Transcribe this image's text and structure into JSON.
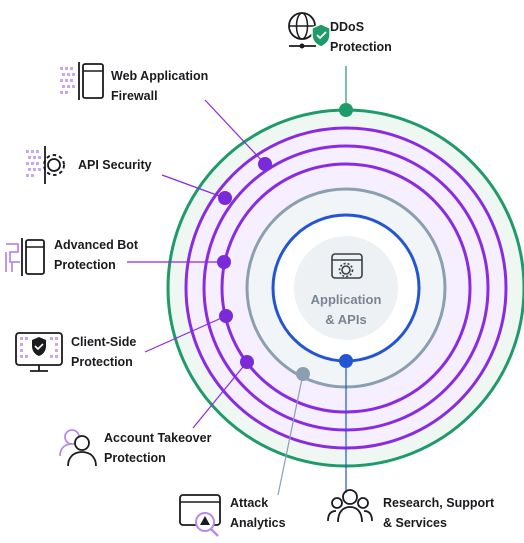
{
  "center": {
    "line1": "Application",
    "line2": "& APIs",
    "icon": "browser-gear-icon"
  },
  "layers": [
    {
      "id": "ddos",
      "line1": "DDoS",
      "line2": "Protection",
      "icon": "globe-shield-icon",
      "color": "#1f9a6b"
    },
    {
      "id": "waf",
      "line1": "Web Application",
      "line2": "Firewall",
      "icon": "firewall-icon",
      "color": "#8a2be2"
    },
    {
      "id": "api",
      "line1": "API Security",
      "line2": "",
      "icon": "api-gear-icon",
      "color": "#8a2be2"
    },
    {
      "id": "bot",
      "line1": "Advanced Bot",
      "line2": "Protection",
      "icon": "bot-icon",
      "color": "#8a2be2"
    },
    {
      "id": "client",
      "line1": "Client-Side",
      "line2": "Protection",
      "icon": "monitor-shield-icon",
      "color": "#8a2be2"
    },
    {
      "id": "ato",
      "line1": "Account Takeover",
      "line2": "Protection",
      "icon": "user-icon",
      "color": "#8a2be2"
    },
    {
      "id": "analytics",
      "line1": "Attack",
      "line2": "Analytics",
      "icon": "browser-alert-icon",
      "color": "#8aa0b0"
    },
    {
      "id": "research",
      "line1": "Research, Support",
      "line2": "& Services",
      "icon": "users-icon",
      "color": "#2255d4"
    }
  ],
  "colors": {
    "green": "#1f9a6b",
    "purple": "#8a2be2",
    "slate": "#8aa0b0",
    "blue": "#2255d4",
    "accent_light": "#c8a8f5"
  }
}
